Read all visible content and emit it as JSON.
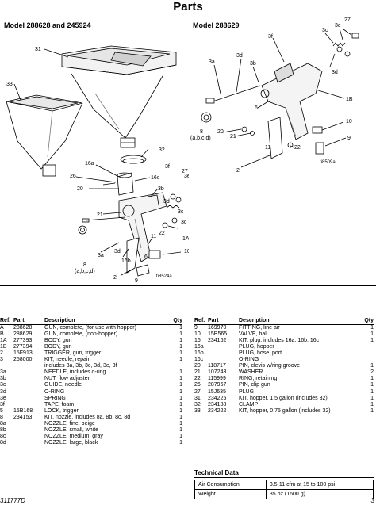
{
  "page_title": "Parts",
  "left_model_title": "Model 288628 and 245924",
  "right_model_title": "Model 288629",
  "left_callouts": {
    "c31": "31",
    "c33": "33",
    "c32": "32",
    "c16a": "16a",
    "c26": "26",
    "c16c": "16c",
    "c3f": "3f",
    "c3e": "3e",
    "c27": "27",
    "c20": "20",
    "c3b": "3b",
    "c3d_top": "3d",
    "c21": "21",
    "c3c_a": "3c",
    "c3c_b": "3c",
    "c22": "22",
    "c1A": "1A",
    "c11": "11",
    "c10": "10",
    "c3a": "3a",
    "c3d": "3d",
    "c16b": "16b",
    "c6": "6",
    "c8": "8",
    "c8sub": "(a,b,c,d)",
    "c2": "2",
    "c9": "9",
    "fig": "ti8524a"
  },
  "right_callouts": {
    "c27": "27",
    "c3c": "3c",
    "c3e": "3e",
    "c3f": "3f",
    "c3a": "3a",
    "c3d": "3d",
    "c3b": "3b",
    "c3d2": "3d",
    "c1B": "1B",
    "c6": "6",
    "c10": "10",
    "c20": "20",
    "c21": "21",
    "c22": "22",
    "c9": "9",
    "c8": "8",
    "c8sub": "(a,b,c,d)",
    "c2": "2",
    "c11": "11",
    "fig": "ti8509a"
  },
  "table_left": {
    "headers": [
      "Ref.",
      "Part",
      "Description",
      "Qty"
    ],
    "rows": [
      [
        "A",
        "288628",
        "GUN, complete, (for use with hopper)",
        "1"
      ],
      [
        "B",
        "288629",
        "GUN, complete, (non-hopper)",
        "1"
      ],
      [
        "1A",
        "277393",
        "BODY, gun",
        "1"
      ],
      [
        "1B",
        "277394",
        "BODY, gun",
        "1"
      ],
      [
        "2",
        "15F913",
        "TRIGGER, gun, trigger",
        "1"
      ],
      [
        "3",
        "258000",
        "KIT, needle, repair",
        "1"
      ],
      [
        "",
        "",
        "includes 3a, 3b, 3c, 3d, 3e, 3f",
        ""
      ],
      [
        "3a",
        "",
        "NEEDLE, includes o-ring",
        "1"
      ],
      [
        "3b",
        "",
        "NUT, flow adjuster",
        "1"
      ],
      [
        "3c",
        "",
        "GUIDE, needle",
        "1"
      ],
      [
        "3d",
        "",
        "O-RING",
        "1"
      ],
      [
        "3e",
        "",
        "SPRING",
        "1"
      ],
      [
        "3f",
        "",
        "TAPE, foam",
        "1"
      ],
      [
        "5",
        "15B168",
        "LOCK, trigger",
        "1"
      ],
      [
        "8",
        "234153",
        "KIT, nozzle, includes 8a, 8b, 8c, 8d",
        "1"
      ],
      [
        "8a",
        "",
        "NOZZLE, fine, beige",
        "1"
      ],
      [
        "8b",
        "",
        "NOZZLE, small, white",
        "1"
      ],
      [
        "8c",
        "",
        "NOZZLE, medium, gray",
        "1"
      ],
      [
        "8d",
        "",
        "NOZZLE, large, black",
        "1"
      ]
    ]
  },
  "table_right": {
    "headers": [
      "Ref.",
      "Part",
      "Description",
      "Qty"
    ],
    "rows": [
      [
        "9",
        "169970",
        "FITTING, line air",
        "1"
      ],
      [
        "10",
        "15B565",
        "VALVE, ball",
        "1"
      ],
      [
        "16",
        "234162",
        "KIT, plug, includes 16a, 16b, 16c",
        "1"
      ],
      [
        "16a",
        "",
        "PLUG, hopper",
        ""
      ],
      [
        "16b",
        "",
        "PLUG, hose, port",
        ""
      ],
      [
        "16c",
        "",
        "O-RING",
        ""
      ],
      [
        "20",
        "118717",
        "PIN, clevis w/ring groove",
        "1"
      ],
      [
        "21",
        "107243",
        "WASHER",
        "2"
      ],
      [
        "22",
        "115999",
        "RING, retaining",
        "1"
      ],
      [
        "26",
        "287967",
        "PIN, clip gun",
        "1"
      ],
      [
        "27",
        "15J635",
        "PLUG",
        "1"
      ],
      [
        "31",
        "234225",
        "KIT, hopper, 1.5 gallon (includes 32)",
        "1"
      ],
      [
        "32",
        "234188",
        "CLAMP",
        "1"
      ],
      [
        "33",
        "234222",
        "KIT, hopper, 0.75 gallon (includes 32)",
        "1"
      ]
    ]
  },
  "tech_data": {
    "title": "Technical Data",
    "rows": [
      [
        "Air Consumption",
        "3.5-11 cfm at 15 to 100 psi"
      ],
      [
        "Weight",
        "35 oz (1600 g)"
      ]
    ]
  },
  "footer_left": "311777D",
  "footer_right": "3"
}
